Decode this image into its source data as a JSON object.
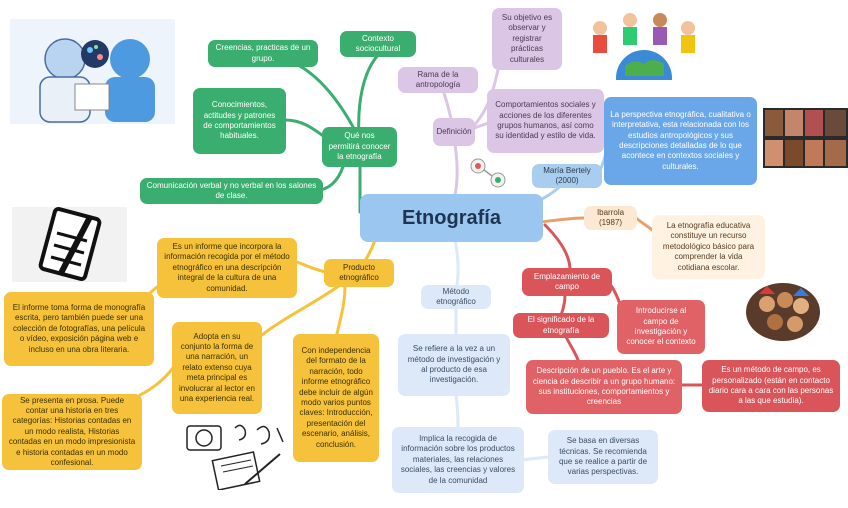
{
  "center": "Etnografía",
  "green": {
    "hub": "Qué nos permitirá conocer la etnografía",
    "contexto": "Contexto sociocultural",
    "creencias": "Creencias, practicas de un grupo.",
    "conocimientos": "Conocimientos, actitudes y patrones de comportamientos habituales.",
    "comunicacion": "Comunicación verbal y no verbal en los salones de clase."
  },
  "purple": {
    "rama": "Rama de la antropología",
    "definicion": "Definición",
    "objetivo": "Su objetivo es observar y registrar prácticas culturales",
    "comportamientos": "Comportamientos sociales y acciones de los diferentes grupos humanos, así como su identidad y estilo de vida."
  },
  "blue": {
    "bertely": "María Bertely (2000)",
    "perspectiva": "La perspectiva etnográfica, cualitativa o interpretativa, esta relacionada con los estudios antropológicos y sus descripciones detalladas de lo que acontece en contextos sociales y culturales.",
    "metodo": "Método etnográfico",
    "serefiere": "Se refiere a la vez a un método de investigación y al producto de esa investigación.",
    "implica": "Implica la recogida de información sobre los productos materiales, las relaciones sociales, las creencias y valores de la comunidad",
    "sebasa": "Se basa en diversas técnicas. Se recomienda que se realice a partir de varias perspectivas."
  },
  "red": {
    "ibarrola": "Ibarrola (1987)",
    "educativa": "La etnografía educativa constituye un recurso metodológico básico para comprender la vida cotidiana escolar.",
    "emplazamiento": "Emplazamiento de campo",
    "introducirse": "Introducirse al campo de investigación y conocer el contexto",
    "significado": "El significado de la etnografía",
    "descripcion": "Descripción de un pueblo. Es el arte y ciencia de describir a un grupo humano: sus instituciones, comportamientos y creencias",
    "metodocampo": "Es un método de campo, es personalizado (están en contacto diario cara a cara con las personas a las que estudia)."
  },
  "yellow": {
    "producto": "Producto etnográfico",
    "informe": "Es un informe que incorpora la información recogida por el método etnográfico en una descripción integral de la cultura de una comunidad.",
    "monografia": "El informe toma forma de monografía escrita, pero también puede ser una colección de fotografías, una película o vídeo, exposición página web e incluso en una obra literaria.",
    "narracion": "Adopta en su conjunto la forma de una narración, un relato extenso cuya meta principal es involucrar al lector en una experiencia real.",
    "prosa": "Se presenta en prosa. Puede contar una historia en tres categorías: Historias contadas en un modo realista, Historias contadas en un modo impresionista e historia contadas en un modo confesional.",
    "independencia": "Con independencia del formato de la narración, todo informe etnográfico debe incluir de algún modo varios puntos claves: Introducción, presentación del escenario, análisis, conclusión."
  },
  "colors": {
    "green": "#3aae6e",
    "purple": "#dcc6e6",
    "blue": "#a9cdee",
    "red": "#d9555a",
    "yellow": "#f7c23b"
  }
}
